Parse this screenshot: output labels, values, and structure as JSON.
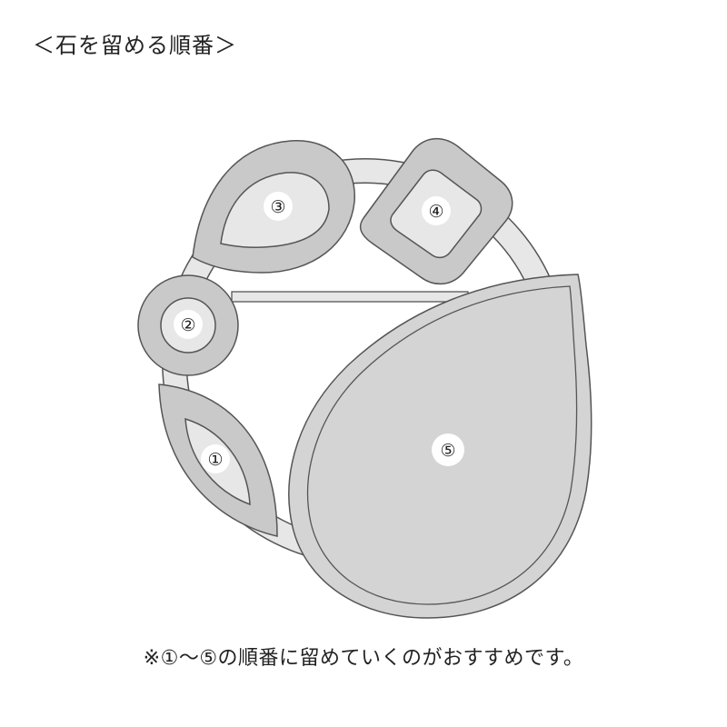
{
  "title": "＜石を留める順番＞",
  "note": "※①〜⑤の順番に留めていくのがおすすめです。",
  "stones": [
    {
      "label": "①"
    },
    {
      "label": "②"
    },
    {
      "label": "③"
    },
    {
      "label": "④"
    },
    {
      "label": "⑤"
    }
  ],
  "colors": {
    "outline": "#555555",
    "setting_fill": "#c9c9c9",
    "ring_fill": "#e7e7e7",
    "stone_fill": "#d4d4d4",
    "label_circle": "#ffffff"
  }
}
